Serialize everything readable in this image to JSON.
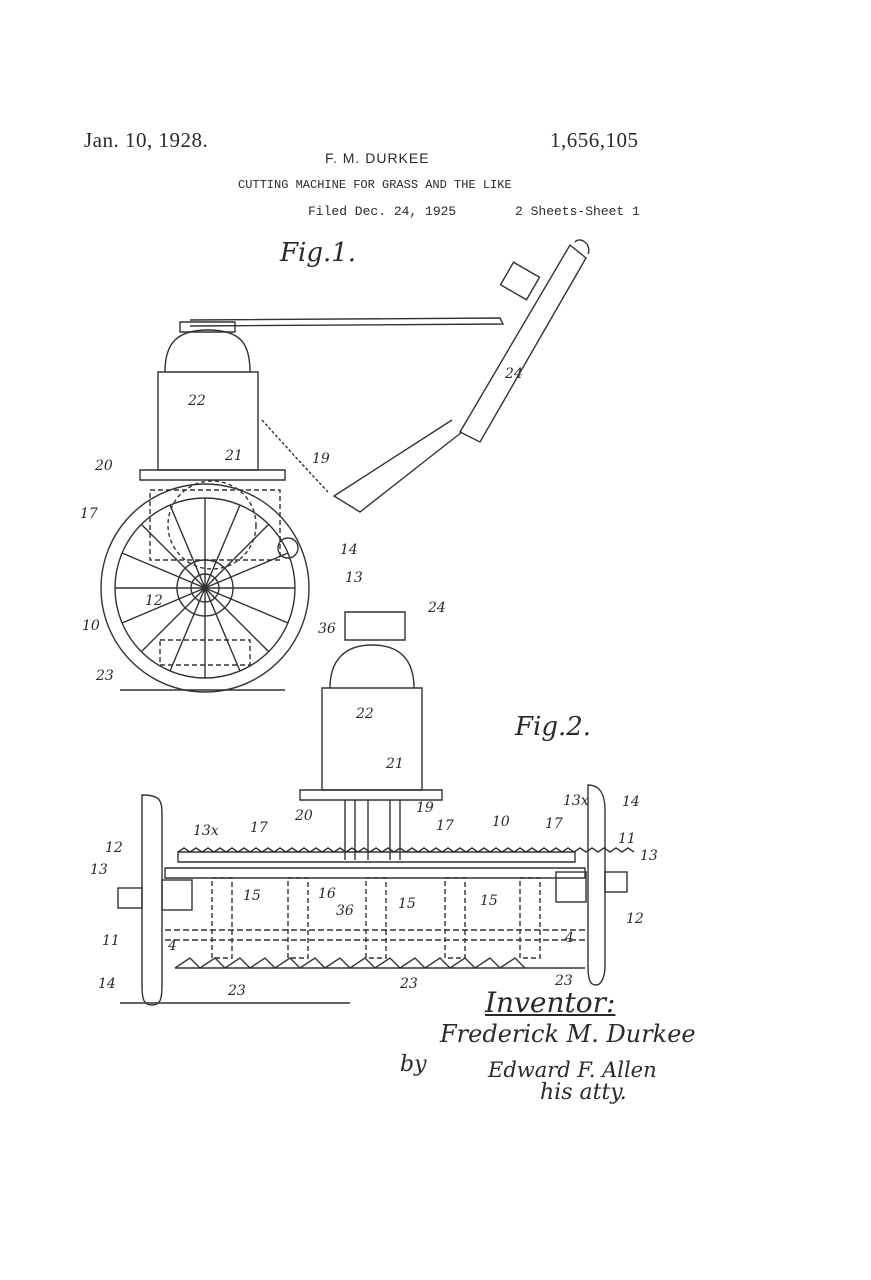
{
  "header": {
    "date": "Jan. 10, 1928.",
    "patent_number": "1,656,105",
    "inventor_name": "F. M. DURKEE",
    "title": "CUTTING MACHINE FOR GRASS AND THE LIKE",
    "filed": "Filed Dec. 24, 1925",
    "sheets": "2 Sheets-Sheet 1"
  },
  "figures": {
    "fig1_label": "Fig.1.",
    "fig2_label": "Fig.2."
  },
  "fig1_refs": {
    "r24": "24",
    "r22": "22",
    "r21": "21",
    "r19": "19",
    "r20": "20",
    "r17": "17",
    "r14": "14",
    "r13": "13",
    "r12": "12",
    "r10": "10",
    "r36": "36",
    "r23": "23"
  },
  "fig2_refs": {
    "r24": "24",
    "r22": "22",
    "r21": "21",
    "r20": "20",
    "r19": "19",
    "r13x_left": "13x",
    "r17_left": "17",
    "r17_mid": "17",
    "r17_right": "17",
    "r10": "10",
    "r13x_right": "13x",
    "r14_right_top": "14",
    "r11_right": "11",
    "r12_left": "12",
    "r13_left": "13",
    "r13_right": "13",
    "r12_right": "12",
    "r15_left": "15",
    "r16": "16",
    "r36": "36",
    "r15_mid": "15",
    "r15_right": "15",
    "r11_left": "11",
    "r4_left": "4",
    "r4_right": "4",
    "r14_left_bottom": "14",
    "r23_left": "23",
    "r23_mid": "23",
    "r23_right": "23"
  },
  "signature": {
    "inventor_label": "Inventor:",
    "inventor_signature": "Frederick M. Durkee",
    "by": "by",
    "attorney_signature": "Edward F. Allen",
    "attorney_label": "his atty."
  }
}
